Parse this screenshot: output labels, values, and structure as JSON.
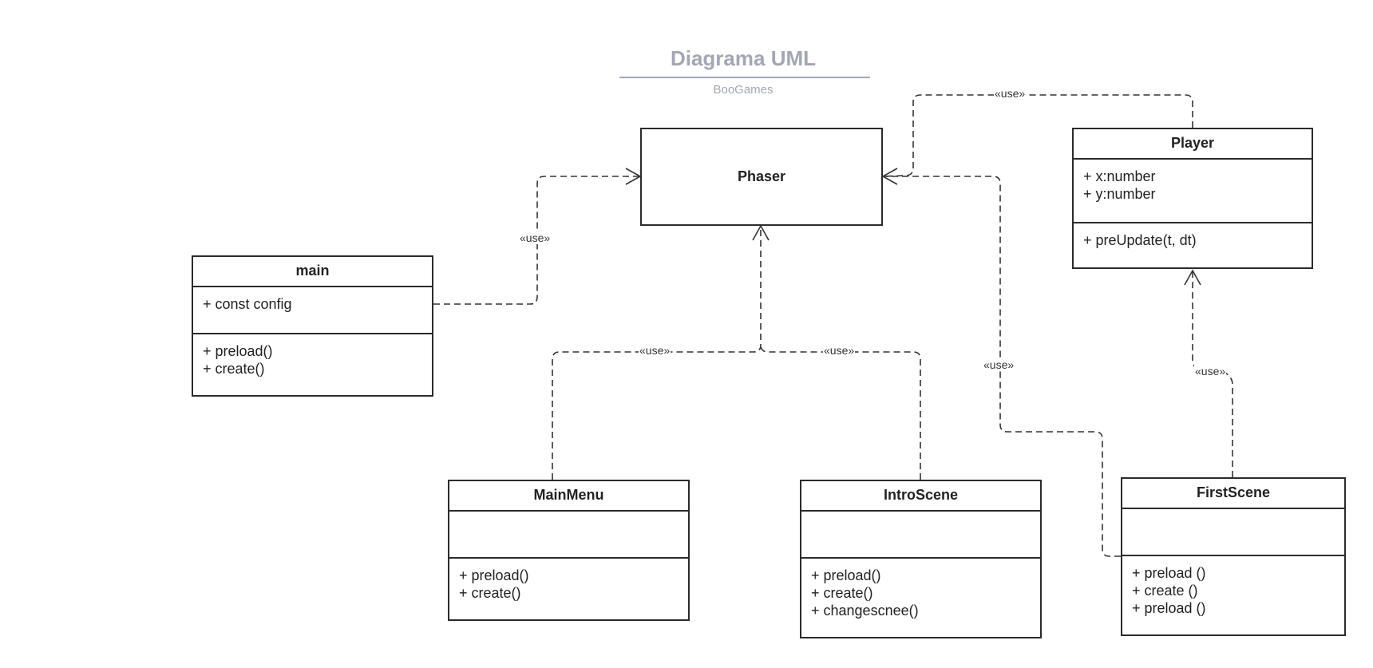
{
  "header": {
    "title": "Diagrama UML",
    "subtitle": "BooGames"
  },
  "classes": {
    "phaser": {
      "name": "Phaser"
    },
    "player": {
      "name": "Player",
      "attributes": [
        "+ x:number",
        "+ y:number"
      ],
      "operations": [
        "+ preUpdate(t, dt)"
      ]
    },
    "main": {
      "name": "main",
      "attributes": [
        "+ const config"
      ],
      "operations": [
        "+ preload()",
        "+ create()"
      ]
    },
    "main_menu": {
      "name": "MainMenu",
      "attributes": [],
      "operations": [
        "+ preload()",
        "+ create()"
      ]
    },
    "intro_scene": {
      "name": "IntroScene",
      "attributes": [],
      "operations": [
        "+ preload()",
        "+ create()",
        "+ changescnee()"
      ]
    },
    "first_scene": {
      "name": "FirstScene",
      "attributes": [],
      "operations": [
        "+ preload ()",
        "+ create ()",
        "+ preload ()"
      ]
    }
  },
  "relations": {
    "main_to_phaser": "«use»",
    "mainmenu_to_phaser": "«use»",
    "introscene_to_phaser": "«use»",
    "firstscene_to_phaser": "«use»",
    "player_to_phaser": "«use»",
    "firstscene_to_player": "«use»"
  },
  "colors": {
    "title": "#a3a6b4",
    "stroke": "#2b2b2b",
    "connector": "#333333"
  }
}
